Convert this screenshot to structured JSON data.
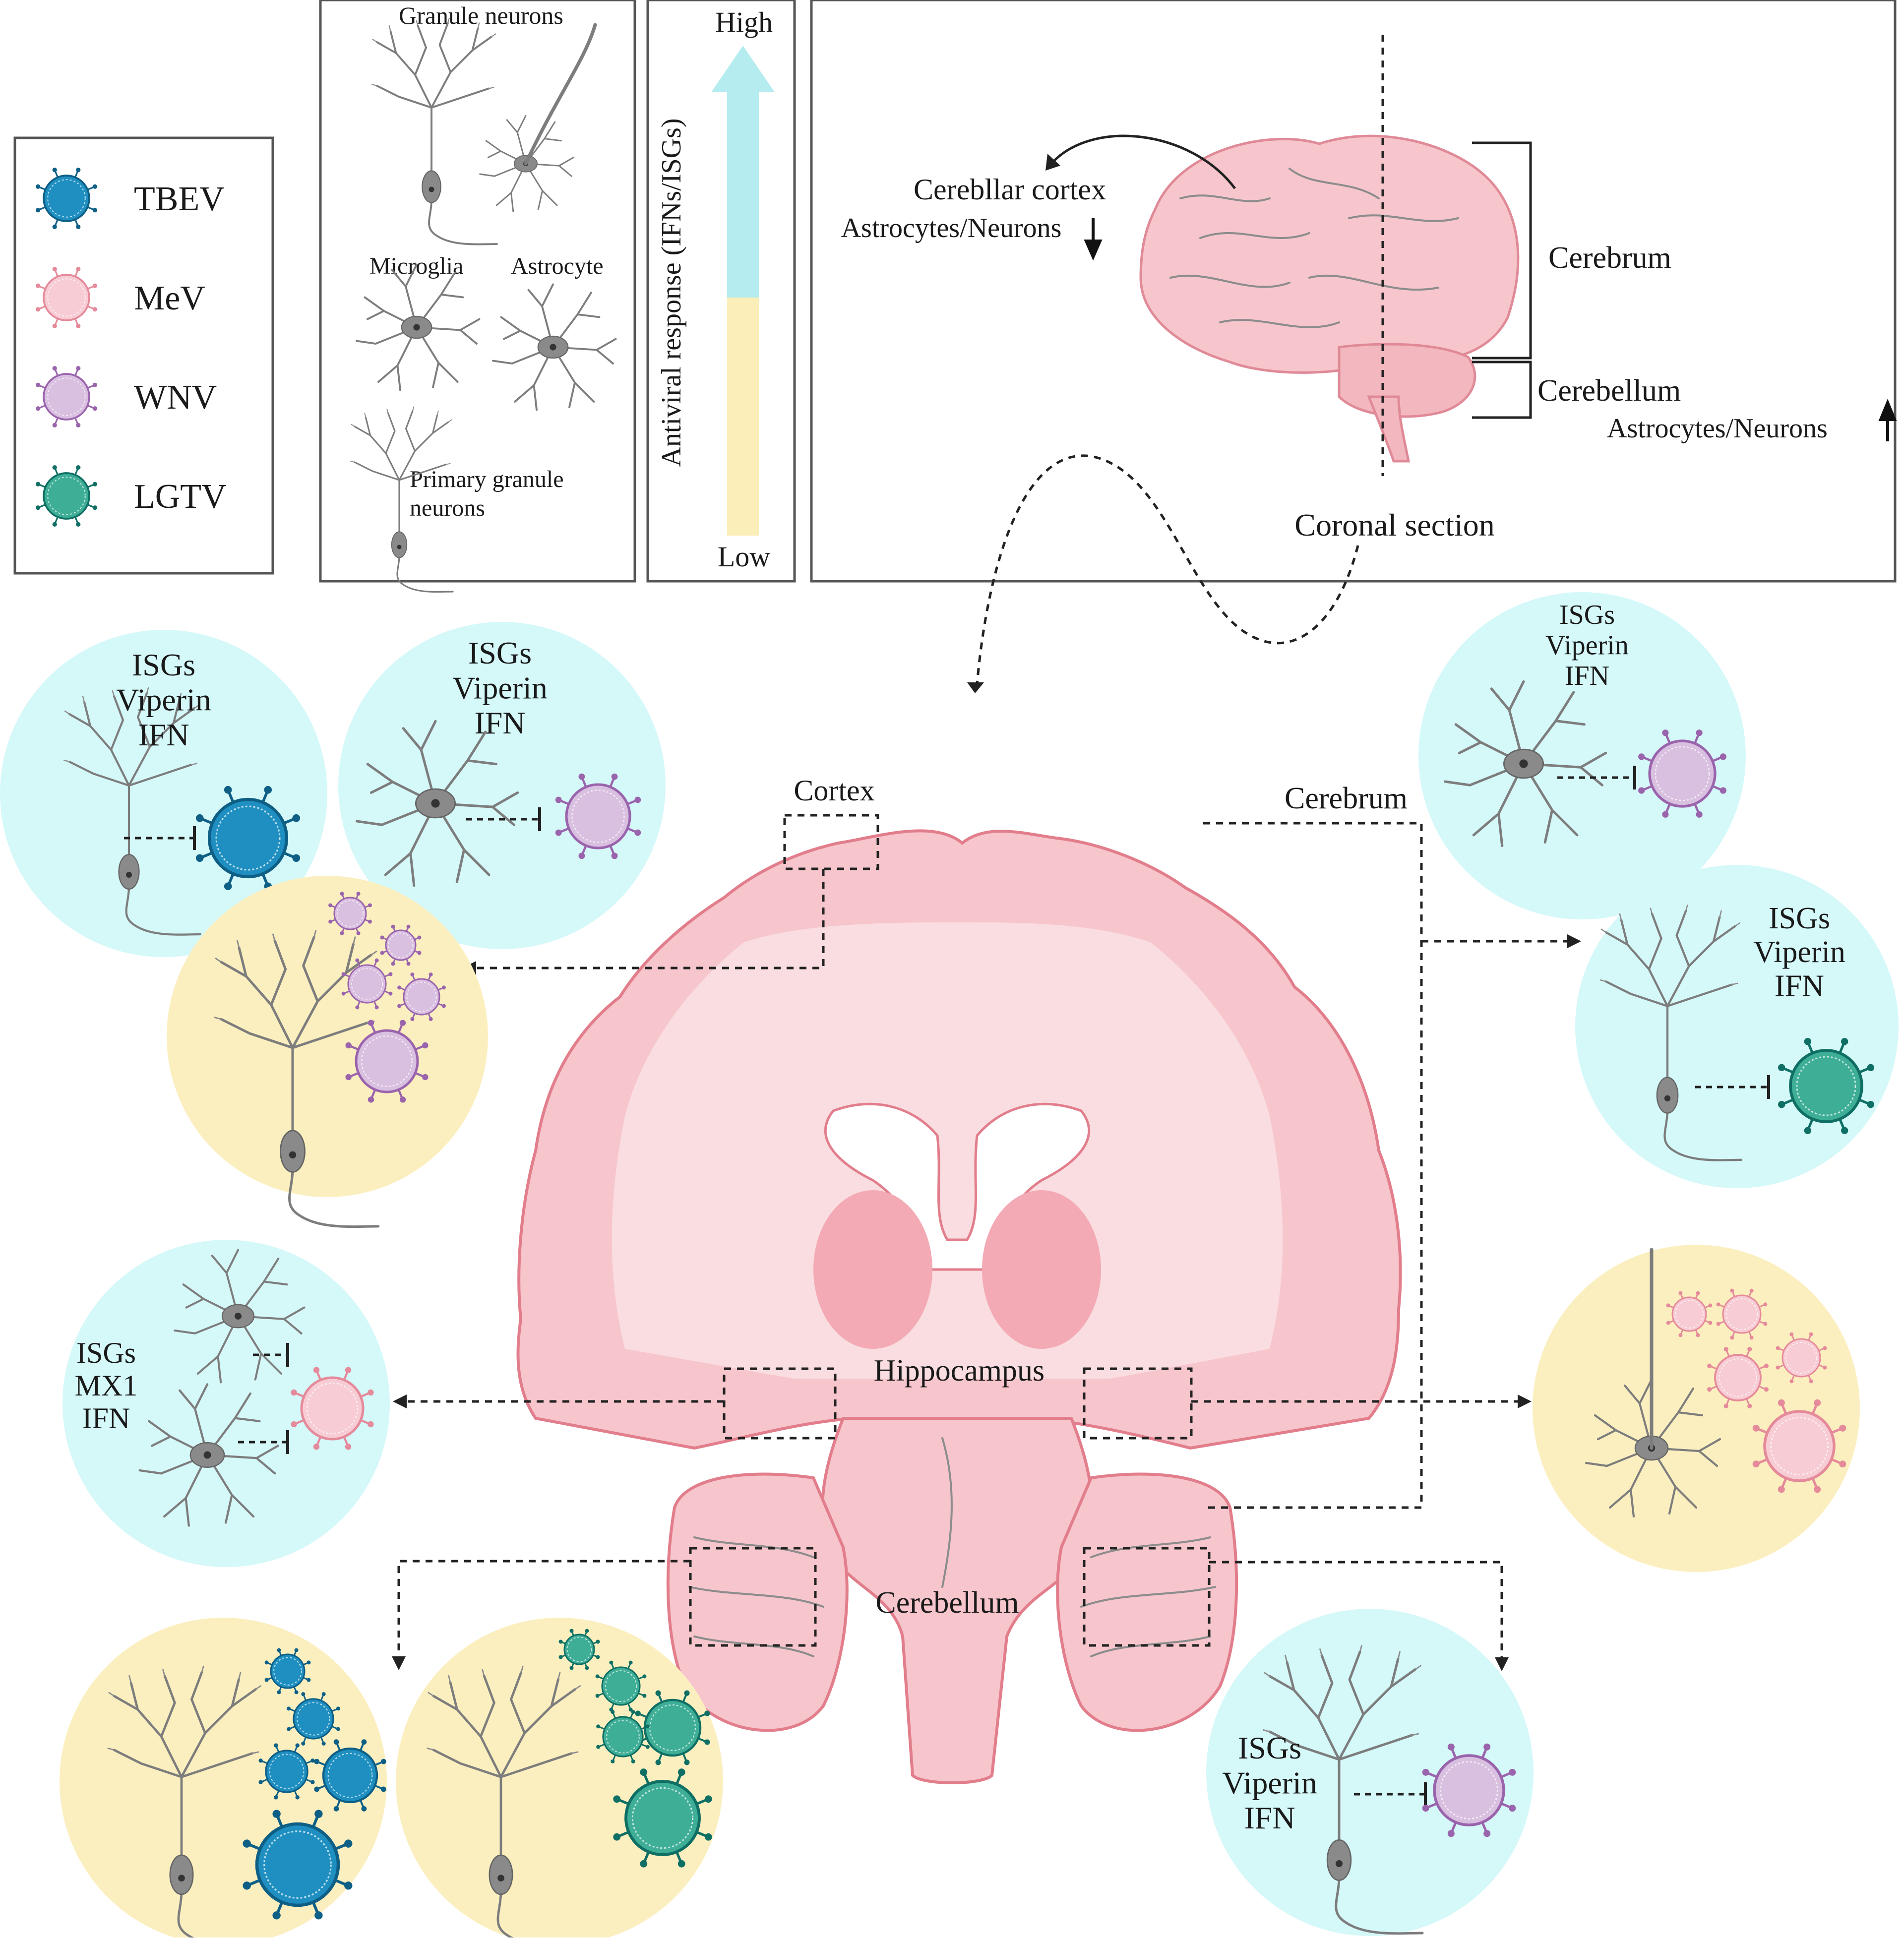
{
  "legend": {
    "items": [
      {
        "label": "TBEV",
        "color": "#1f8fc1",
        "ring": "#0e5f86"
      },
      {
        "label": "MeV",
        "color": "#f7ccd4",
        "ring": "#e58a9a"
      },
      {
        "label": "WNV",
        "color": "#d9bfe0",
        "ring": "#9a64ad"
      },
      {
        "label": "LGTV",
        "color": "#3fae97",
        "ring": "#0f6f64"
      }
    ]
  },
  "cell_types": {
    "granule": "Granule  neurons",
    "microglia": "Microglia",
    "astrocyte": "Astrocyte",
    "primary_line1": "Primary granule",
    "primary_line2": "neurons"
  },
  "scale": {
    "high": "High",
    "low": "Low",
    "axis_label": "Antiviral response (IFNs/ISGs)",
    "high_color": "#b5ecef",
    "low_color": "#fbeeb8"
  },
  "brain_panel": {
    "cortex_label": "Cerebllar cortex",
    "cortex_cells": "Astrocytes/Neurons",
    "cerebrum": "Cerebrum",
    "cerebellum": "Cerebellum",
    "cerebellum_cells": "Astrocytes/Neurons",
    "coronal": "Coronal section"
  },
  "section_labels": {
    "cortex": "Cortex",
    "cerebrum": "Cerebrum",
    "hippocampus": "Hippocampus",
    "cerebellum": "Cerebellum"
  },
  "responses": {
    "c1": [
      "ISGs",
      "Viperin",
      "IFN"
    ],
    "c2": [
      "ISGs",
      "Viperin",
      "IFN"
    ],
    "c3": [
      "ISGs",
      "MX1",
      "IFN"
    ],
    "c4": [
      "ISGs",
      "Viperin",
      "IFN"
    ],
    "c5": [
      "ISGs",
      "Viperin",
      "IFN"
    ],
    "c6": [
      "ISGs",
      "Viperin",
      "IFN"
    ]
  },
  "colors": {
    "cyan_circle": "#d5f8f9",
    "yellow_circle": "#fcefbf",
    "brain_fill": "#f8c4cc",
    "brain_stroke": "#e27e8c"
  }
}
